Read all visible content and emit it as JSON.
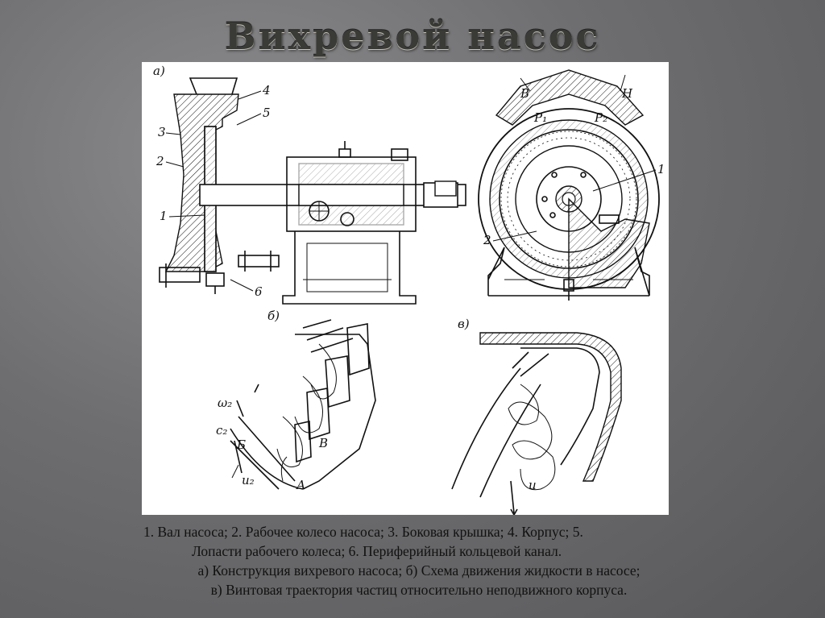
{
  "slide": {
    "title": "Вихревой насос"
  },
  "figure": {
    "panel_labels": {
      "a": "а)",
      "b": "б)",
      "c": "в)"
    },
    "callouts_a": [
      "4",
      "5",
      "3",
      "2",
      "1",
      "6"
    ],
    "callouts_right": {
      "one": "1",
      "two": "2",
      "B": "В",
      "H": "Н",
      "P1": "P₁",
      "P2": "P₂"
    },
    "callouts_b": {
      "omega": "ω₂",
      "c": "c₂",
      "B_cyr": "Б",
      "V": "В",
      "u": "u₂",
      "A": "А"
    },
    "callouts_c": {
      "u": "u"
    }
  },
  "caption": {
    "line1": "1. Вал насоса; 2. Рабочее колесо насоса; 3. Боковая крышка; 4. Корпус; 5.",
    "line2": "Лопасти рабочего колеса; 6. Периферийный кольцевой канал.",
    "line3": "а) Конструкция вихревого насоса; б) Схема движения жидкости в насосе;",
    "line4": "в) Винтовая траектория частиц относительно неподвижного корпуса."
  },
  "colors": {
    "background": "#6e6e70",
    "panel": "#ffffff",
    "ink": "#111111",
    "title": "#3a3a36"
  }
}
